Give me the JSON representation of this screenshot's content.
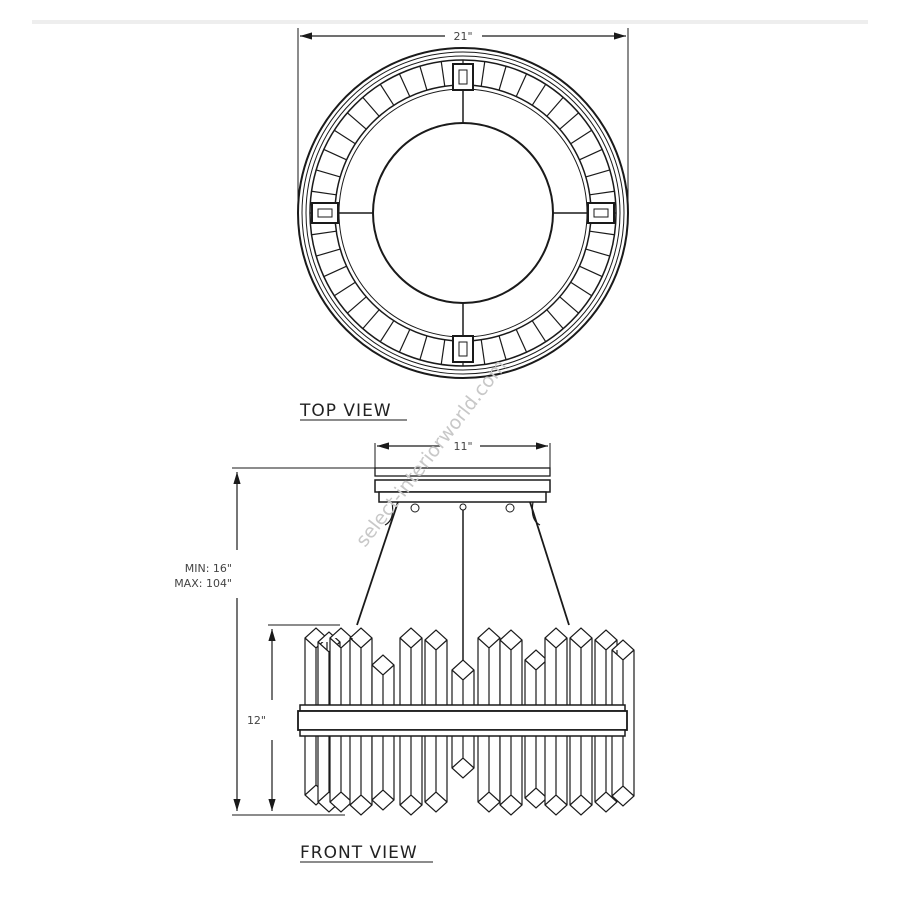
{
  "top_view": {
    "label": "TOP VIEW",
    "width_dim": "21\""
  },
  "front_view": {
    "label": "FRONT VIEW",
    "canopy_dim": "11\"",
    "height_min": "MIN: 16\"",
    "height_max": "MAX: 104\"",
    "body_height_dim": "12\""
  },
  "watermark": "select-interiorworld.com",
  "colors": {
    "line": "#1a1a1a",
    "watermark": "#c8c8c8"
  }
}
